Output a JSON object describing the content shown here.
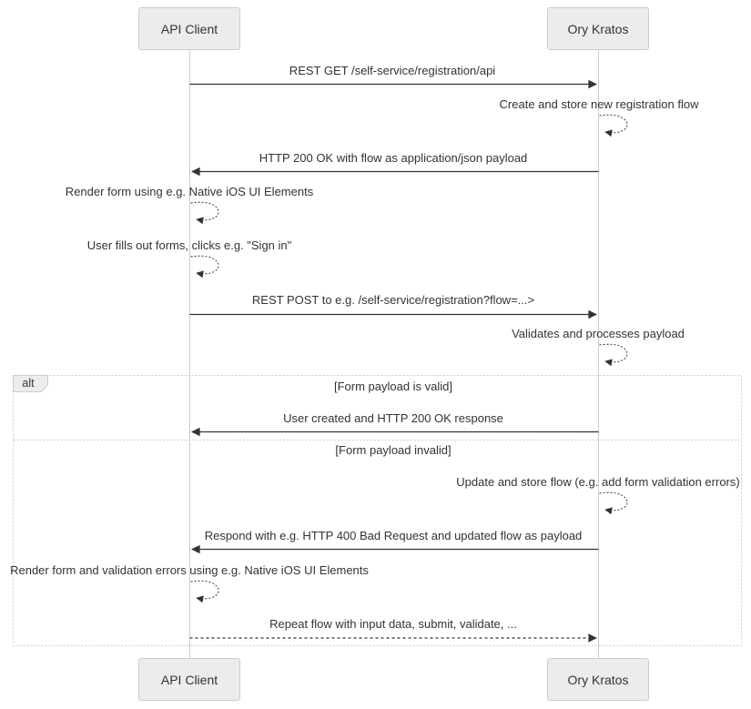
{
  "actors": [
    {
      "label": "API Client"
    },
    {
      "label": "Ory Kratos"
    }
  ],
  "messages": [
    {
      "text": "REST GET /self-service/registration/api",
      "from": "api-client",
      "to": "ory-kratos",
      "line": "solid"
    },
    {
      "text": "Create and store new registration flow",
      "actor": "ory-kratos",
      "kind": "self-loop"
    },
    {
      "text": "HTTP 200 OK with flow as application/json payload",
      "from": "ory-kratos",
      "to": "api-client",
      "line": "solid"
    },
    {
      "text": "Render form using e.g. Native iOS UI Elements",
      "actor": "api-client",
      "kind": "self-loop"
    },
    {
      "text": "User fills out forms, clicks e.g. \"Sign in\"",
      "actor": "api-client",
      "kind": "self-loop"
    },
    {
      "text": "REST POST to e.g. /self-service/registration?flow=...>",
      "from": "api-client",
      "to": "ory-kratos",
      "line": "solid"
    },
    {
      "text": "Validates and processes payload",
      "actor": "ory-kratos",
      "kind": "self-loop"
    },
    {
      "text": "User created and HTTP 200 OK response",
      "from": "ory-kratos",
      "to": "api-client",
      "line": "solid"
    },
    {
      "text": "Update and store flow (e.g. add form validation errors)",
      "actor": "ory-kratos",
      "kind": "self-loop"
    },
    {
      "text": "Respond with e.g. HTTP 400 Bad Request and updated flow as payload",
      "from": "ory-kratos",
      "to": "api-client",
      "line": "solid"
    },
    {
      "text": "Render form and validation errors using e.g. Native iOS UI Elements",
      "actor": "api-client",
      "kind": "self-loop"
    },
    {
      "text": "Repeat flow with input data, submit, validate, ...",
      "from": "api-client",
      "to": "ory-kratos",
      "line": "dashed"
    }
  ],
  "alt_block": {
    "label": "alt",
    "conditions": [
      {
        "text": "[Form payload is valid]"
      },
      {
        "text": "[Form payload invalid]"
      }
    ]
  },
  "colors": {
    "actor_fill": "#ececec",
    "actor_border": "#cccccc",
    "message_line": "#333333",
    "lifeline": "#cccccc",
    "frame_border": "#cccccc",
    "text": "#333333",
    "background": "#ffffff"
  }
}
